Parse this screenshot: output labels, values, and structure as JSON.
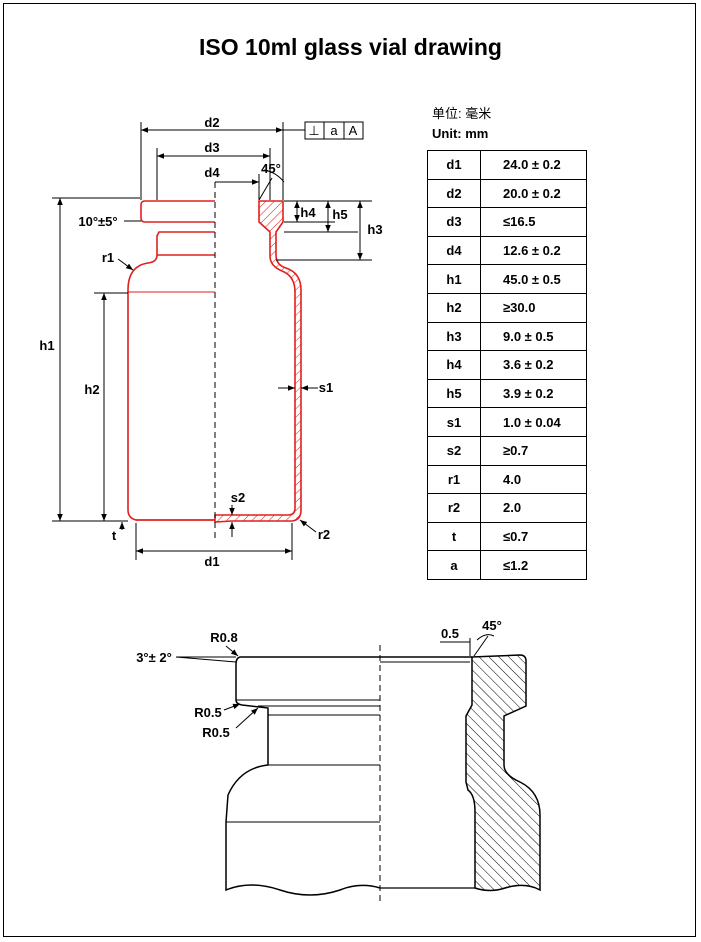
{
  "title": "ISO 10ml glass vial drawing",
  "units": {
    "cn": "单位: 毫米",
    "en": "Unit: mm"
  },
  "datum_frame": {
    "symbol": "⊥",
    "tolerance": "a",
    "datum": "A"
  },
  "specs": [
    {
      "param": "d1",
      "value": "24.0 ± 0.2"
    },
    {
      "param": "d2",
      "value": "20.0 ± 0.2"
    },
    {
      "param": "d3",
      "value": "≤16.5"
    },
    {
      "param": "d4",
      "value": "12.6 ± 0.2"
    },
    {
      "param": "h1",
      "value": "45.0 ± 0.5"
    },
    {
      "param": "h2",
      "value": "≥30.0"
    },
    {
      "param": "h3",
      "value": "9.0 ± 0.5"
    },
    {
      "param": "h4",
      "value": "3.6 ± 0.2"
    },
    {
      "param": "h5",
      "value": "3.9 ± 0.2"
    },
    {
      "param": "s1",
      "value": "1.0 ± 0.04"
    },
    {
      "param": "s2",
      "value": "≥0.7"
    },
    {
      "param": "r1",
      "value": "4.0"
    },
    {
      "param": "r2",
      "value": "2.0"
    },
    {
      "param": "t",
      "value": "≤0.7"
    },
    {
      "param": "a",
      "value": "≤1.2"
    }
  ],
  "dims": {
    "d1": "d1",
    "d2": "d2",
    "d3": "d3",
    "d4": "d4",
    "h1": "h1",
    "h2": "h2",
    "h3": "h3",
    "h4": "h4",
    "h5": "h5",
    "s1": "s1",
    "s2": "s2",
    "r1": "r1",
    "r2": "r2",
    "t": "t",
    "angle45": "45°",
    "flange_angle": "10°±5°"
  },
  "detail": {
    "r08": "R0.8",
    "angle3": "3°± 2°",
    "r05a": "R0.5",
    "r05b": "R0.5",
    "chamfer": "0.5",
    "angle45": "45°"
  },
  "colors": {
    "outline": "#e0201c",
    "ink": "#000000"
  }
}
